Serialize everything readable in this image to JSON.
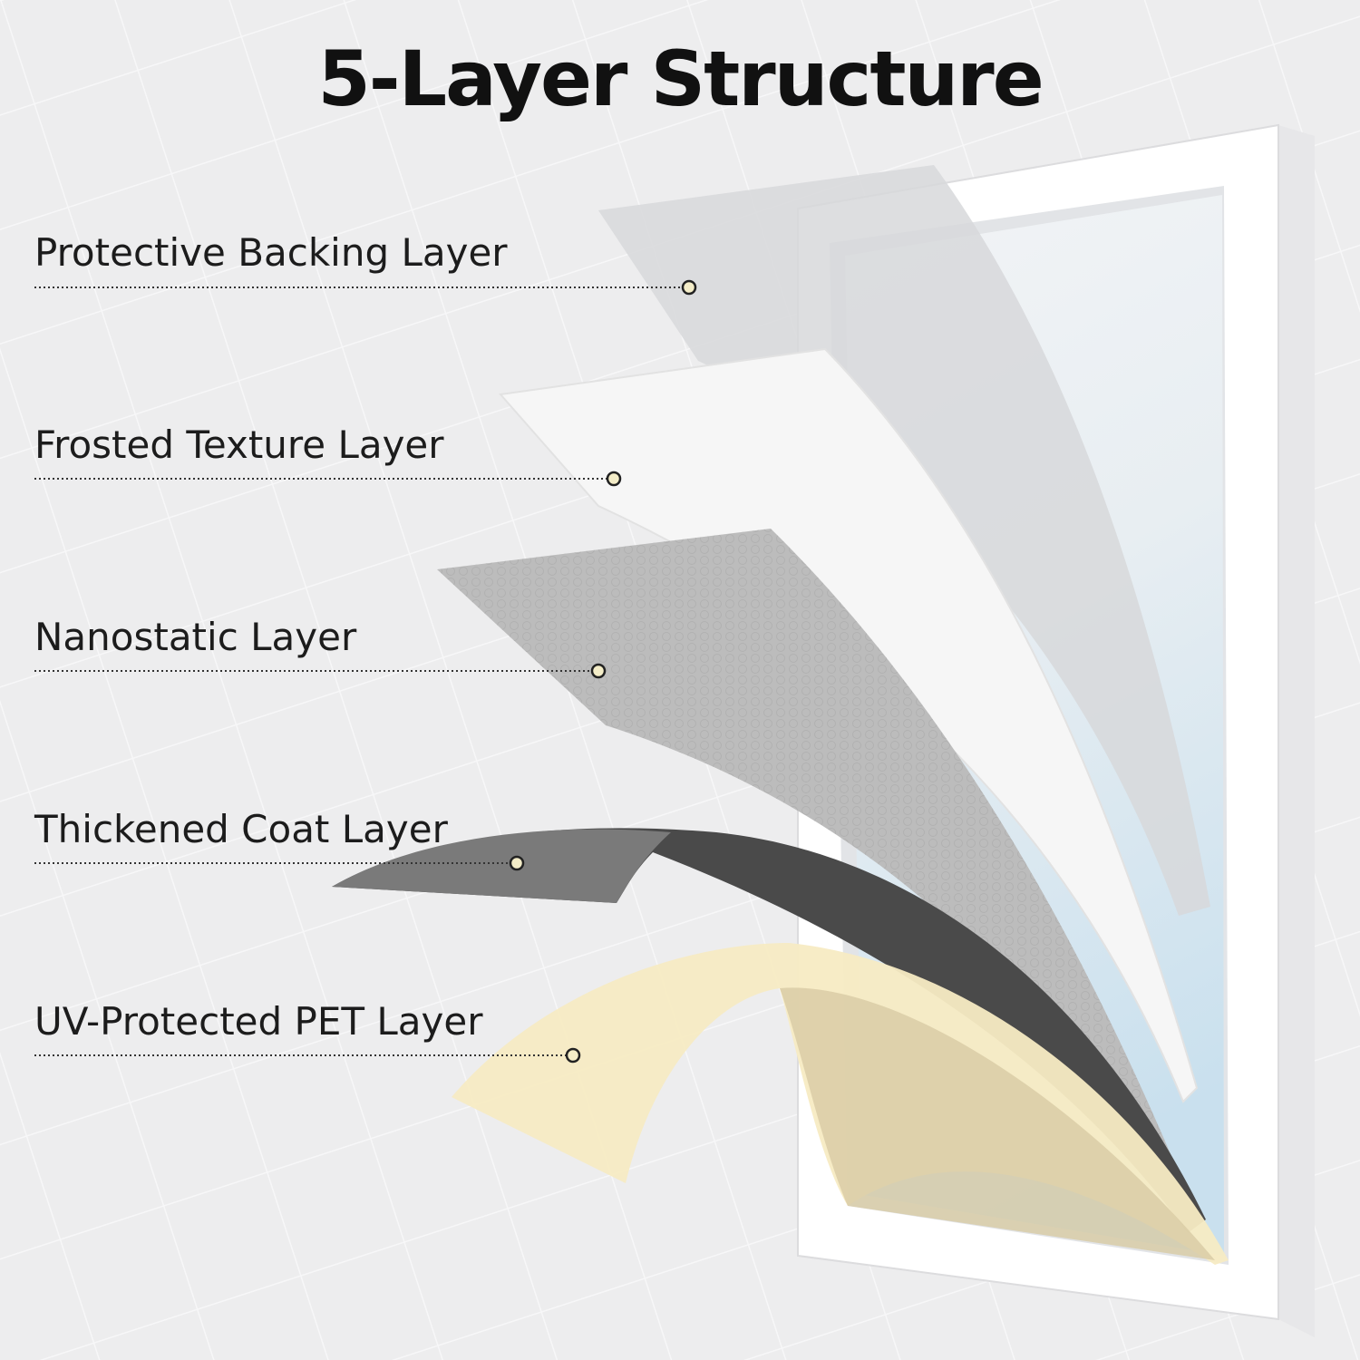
{
  "title": "5-Layer Structure",
  "layers": [
    {
      "label": "Protective Backing Layer",
      "color": "#d9dadb"
    },
    {
      "label": "Frosted Texture Layer",
      "color": "#f4f4f4"
    },
    {
      "label": "Nanostatic Layer",
      "color": "#b8b8b8"
    },
    {
      "label": "Thickened Coat Layer",
      "color": "#3c3c3c"
    },
    {
      "label": "UV-Protected PET Layer",
      "color": "#f7ebc3"
    }
  ],
  "colors": {
    "background": "#ededee",
    "window_frame": "#ffffff",
    "sky": "#cfe4f0",
    "marker_fill": "#f4edc8"
  }
}
